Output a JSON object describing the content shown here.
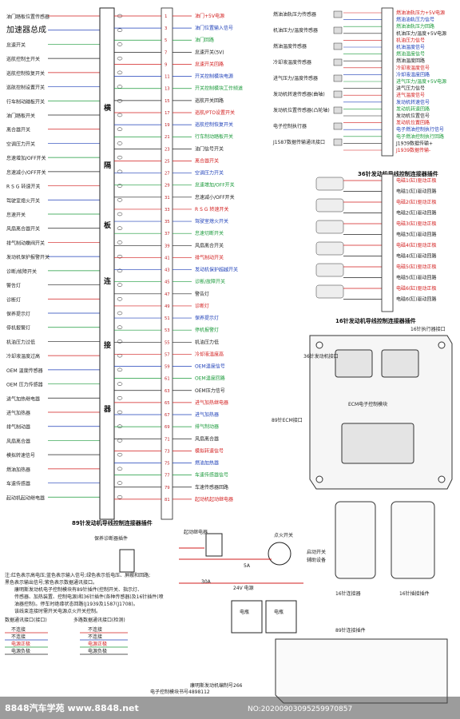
{
  "left_components": [
    "油门踏板位置传感器",
    "加速器总成",
    "怠速开关",
    "巡航控制主开关",
    "巡航控制恢复开关",
    "巡航控制设置开关",
    "行车制动踏板开关",
    "油门踏板开关",
    "离合器开关",
    "空调压力开关",
    "怠速增加/OFF开关",
    "怠速减小/OFF开关",
    "R S G 转速开关",
    "驾驶室熄火开关",
    "怠速开关",
    "风扇离合器开关",
    "排气制动蝶阀开关",
    "发动机保护报警开关",
    "诊断/故障开关",
    "警告灯",
    "诊断灯",
    "保养提示灯",
    "停机报警灯",
    "机油压力过低",
    "冷却液温度过高",
    "OEM 温度传感器",
    "OEM 压力传感器",
    "进气加热继电器",
    "进气加热器",
    "排气制动器",
    "风扇离合器",
    "模拟转速信号",
    "燃油加热器",
    "车速传感器",
    "起动机起动继电器"
  ],
  "ecu_signals": [
    "油门+5V电源",
    "油门位置输入信号",
    "油门回路",
    "怠速开关(5V)",
    "怠速开关回路",
    "开关控制模块电源",
    "开关控制模块工作频道",
    "巡航开关回路",
    "巡航/PTO设置开关",
    "巡航控制恢复开关",
    "行车制动踏板开关",
    "油门信号开关",
    "离合器开关",
    "空调压力开关",
    "怠速增加/OFF开关",
    "怠速减小/OFF开关",
    "R S G 转速开关",
    "驾驶室熄火开关",
    "怠速切断开关",
    "风扇离合开关",
    "排气制动开关",
    "发动机保护超越开关",
    "诊断/故障开关",
    "警告灯",
    "诊断灯",
    "保养提示灯",
    "停机报警灯",
    "机油压力低",
    "冷却液温度高",
    "OEM温度信号",
    "OEM温度回路",
    "OEM压力信号",
    "进气加热继电器",
    "进气加热器",
    "排气制动器",
    "风扇离合器",
    "模拟转速信号",
    "燃油加热器",
    "车速传感器信号",
    "车速传感器回路",
    "起动机起动继电器"
  ],
  "side_text": "横 隔 板 连 接 器",
  "connector_89_title": "89针发动机导线控制连接器插件",
  "connector_36_title": "36针发动机导线控制连接器插件",
  "connector_16_title": "16针发动机导线控制连接器插件",
  "connector_36_items": [
    "燃油油轨压力传感器",
    "机油压力/温度传感器",
    "燃油温度传感器",
    "冷却液温度传感器",
    "进气压力/温度传感器",
    "发动机转速传感器(曲轴)",
    "发动机位置传感器(凸轮轴)",
    "电子控制执行器",
    "J1587数据传输通讯接口"
  ],
  "connector_36_signals": [
    "燃油油轨压力+5V电源",
    "燃油油轨压力信号",
    "燃油油轨压力回路",
    "机油压力/温度+5V电源",
    "机油压力信号",
    "机油温度信号",
    "燃油温度信号",
    "燃油温度回路",
    "冷却液温度信号",
    "冷却液温度回路",
    "进气压力/温度+5V电源",
    "进气压力信号",
    "进气温度信号",
    "发动机转速信号",
    "发动机转速回路",
    "发动机位置信号",
    "发动机位置回路",
    "电子燃油控制执行信号",
    "电子燃油控制执行回路",
    "J1939数据传输+",
    "J1939数据传输-"
  ],
  "connector_16_signals": [
    "电磁1(缸)驱动正极",
    "电磁1(缸)驱动回路",
    "电磁2(缸)驱动正极",
    "电磁2(缸)驱动回路",
    "电磁3(缸)驱动正极",
    "电磁3(缸)驱动回路",
    "电磁4(缸)驱动正极",
    "电磁4(缸)驱动回路",
    "电磁5(缸)驱动正极",
    "电磁5(缸)驱动回路",
    "电磁6(缸)驱动正极",
    "电磁6(缸)驱动回路"
  ],
  "ecm": {
    "label_36": "36针发动机接口",
    "label_89": "89针ECM接口",
    "label_16": "16针执行器接口",
    "module": "ECM电子控制模块"
  },
  "pins_bottom": {
    "label_16_conn": "16针连接器",
    "label_16_plug": "16针插接插件",
    "label_89_plug": "89针连接插件"
  },
  "power": {
    "start_relay": "起动继电器",
    "start_switch": "启动开关",
    "key_switch": "点火开关",
    "fuse": "5A",
    "fuse2": "30A",
    "battery": "24V 电源",
    "power_pos": "电瓶",
    "power_neg": "电瓶",
    "aux": "辅助设备",
    "diag_plug": "保养诊断器插件"
  },
  "notes": {
    "n1": "注:红色表示高电压;蓝色表示输入信号;绿色表示低电压、屏蔽和回路;",
    "n2": "黑色表示输出信号;紫色表示数据通讯接口。",
    "n3": "康明斯发动机电子控制模块有89针插件(控制开关、指示灯、",
    "n4": "传感器、加热装置、控制电源)和36针插件(各种传感器)及16针插件(喷",
    "n5": "油器控制)。停车时绝缘状态回路(J1939及1587(J1708)。",
    "n6": "该线束连接时需开关电源点火开关控制。",
    "n7": "数据通讯接口(接口)",
    "n8": "多路数据通讯接口(检测)",
    "data_rows": [
      "不连接",
      "不连接",
      "电源正极",
      "电源负极"
    ]
  },
  "bottom_sign": {
    "line1": "8848汽车学苑 www.8848.net",
    "line2": "NO:20200903095259970857",
    "book": "电子控制模块书号4898112",
    "series": "康明斯发动机编制号266"
  },
  "colors": {
    "red": "#d21d1d",
    "blue": "#1d3fb8",
    "green": "#1a9a3a",
    "black": "#222222"
  }
}
